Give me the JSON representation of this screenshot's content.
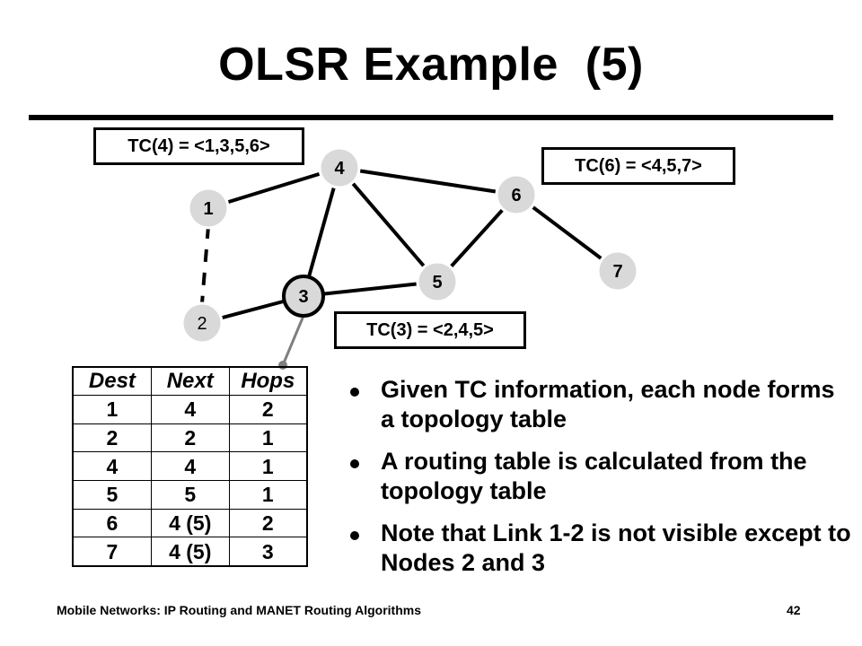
{
  "title": "OLSR Example  (5)",
  "tc_boxes": {
    "tc4": "TC(4) = <1,3,5,6>",
    "tc6": "TC(6) = <4,5,7>",
    "tc3": "TC(3) = <2,4,5>"
  },
  "nodes": {
    "n1": "1",
    "n2": "2",
    "n3": "3",
    "n4": "4",
    "n5": "5",
    "n6": "6",
    "n7": "7"
  },
  "routing_table": {
    "headers": [
      "Dest",
      "Next",
      "Hops"
    ],
    "rows": [
      [
        "1",
        "4",
        "2"
      ],
      [
        "2",
        "2",
        "1"
      ],
      [
        "4",
        "4",
        "1"
      ],
      [
        "5",
        "5",
        "1"
      ],
      [
        "6",
        "4 (5)",
        "2"
      ],
      [
        "7",
        "4 (5)",
        "3"
      ]
    ]
  },
  "bullets": [
    "Given TC information, each node forms a topology table",
    "A routing table is calculated from the topology table",
    "Note that Link 1-2 is not visible except to Nodes 2 and 3"
  ],
  "footer": {
    "left": "Mobile Networks:  IP Routing and MANET Routing Algorithms",
    "right": "42"
  },
  "colors": {
    "node_fill": "#d9d9d9",
    "node_outline": "#ffffff",
    "node3_outline": "#000000",
    "pointer_line": "#7f7f7f"
  }
}
